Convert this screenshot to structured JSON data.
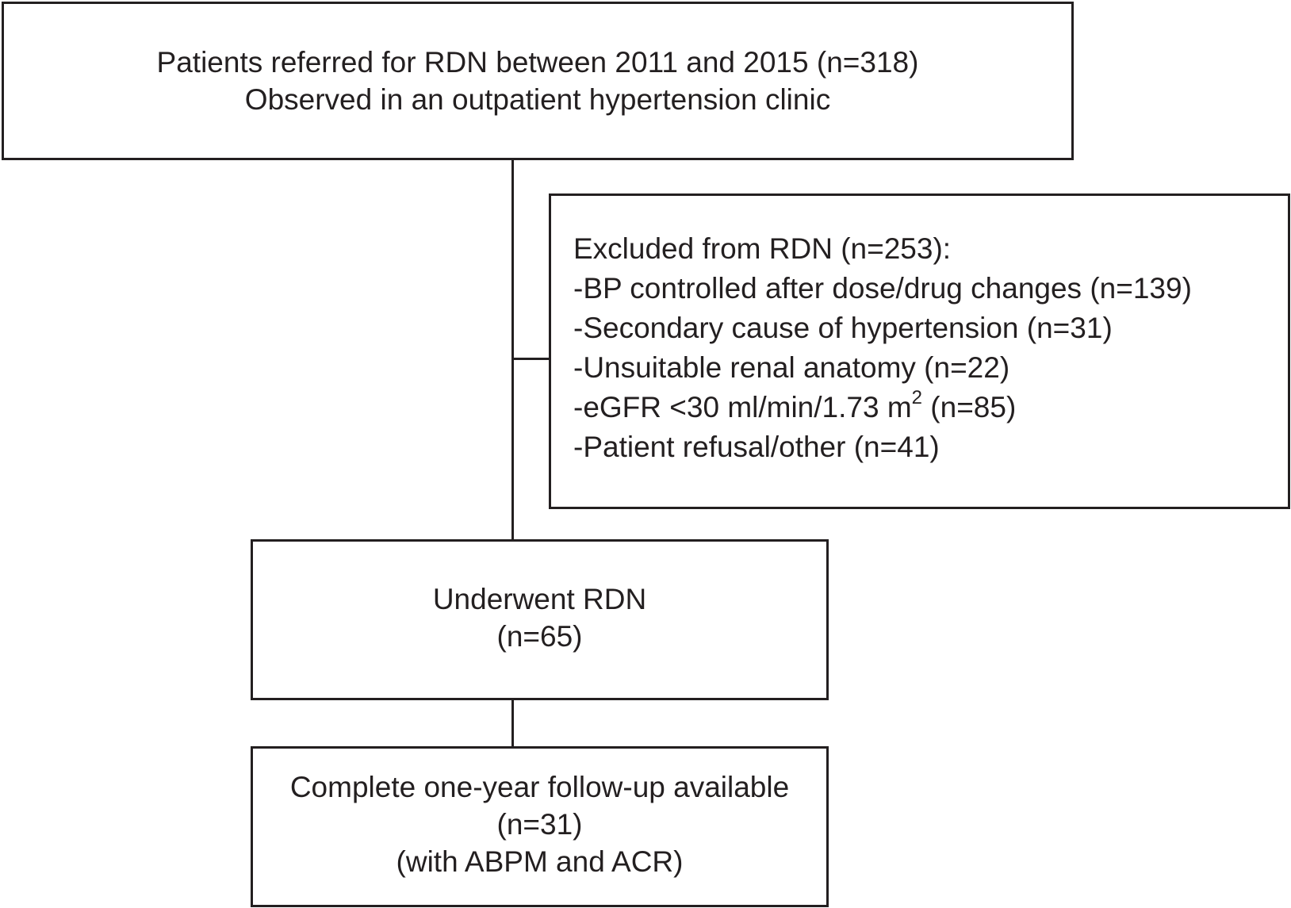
{
  "referred": {
    "line1": "Patients referred for RDN between 2011 and 2015 (n=318)",
    "line2": "Observed in an outpatient hypertension clinic"
  },
  "excluded": {
    "title": "Excluded from RDN (n=253):",
    "items": [
      "-BP controlled after dose/drug changes (n=139)",
      "-Secondary cause of hypertension (n=31)",
      "-Unsuitable renal anatomy (n=22)"
    ],
    "egfr_prefix": "-eGFR <30 ml/min/1.73 m",
    "egfr_sup": "2",
    "egfr_suffix": " (n=85)",
    "last_item": "-Patient refusal/other (n=41)"
  },
  "underwent": {
    "line1": "Underwent RDN",
    "line2": "(n=65)"
  },
  "followup": {
    "line1": "Complete one-year follow-up available",
    "line2": "(n=31)",
    "line3": "(with ABPM and ACR)"
  }
}
